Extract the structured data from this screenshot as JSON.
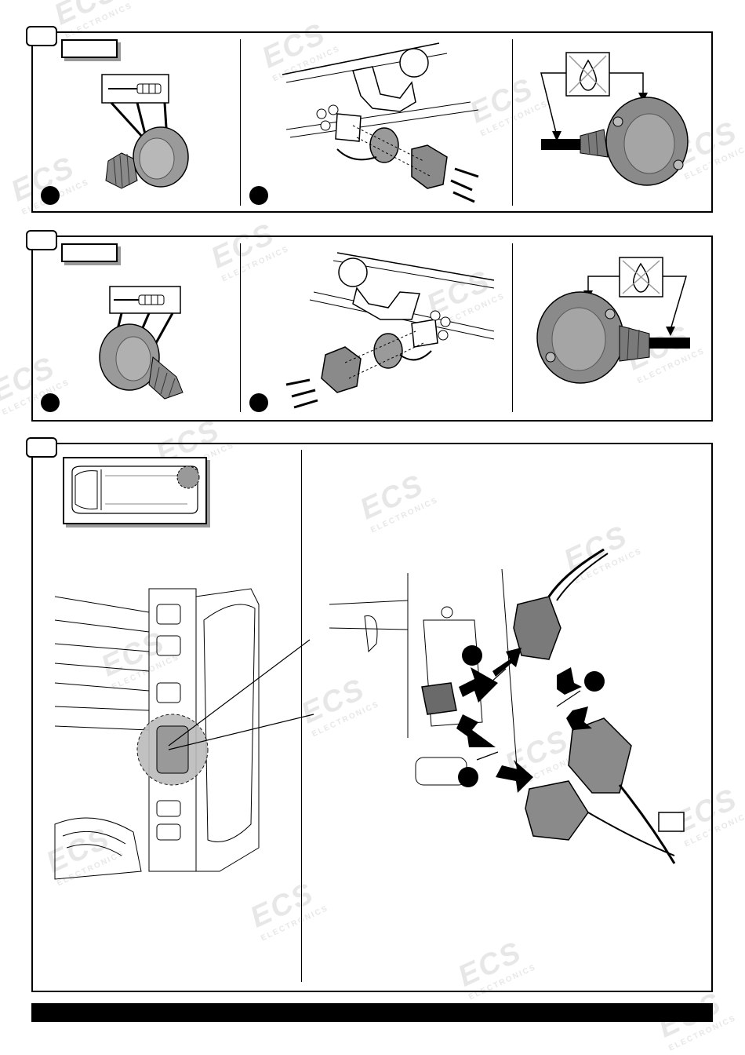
{
  "watermark": {
    "brand": "ECS",
    "sub": "ELECTRONICS"
  },
  "panels": [
    {
      "name": "panel-1",
      "steps": [
        {
          "icon": "screwdriver-icon"
        },
        {
          "icon": "towbar-mount-icon"
        },
        {
          "icon": "water-drop-icon"
        }
      ]
    },
    {
      "name": "panel-2",
      "steps": [
        {
          "icon": "screwdriver-icon"
        },
        {
          "icon": "towbar-mount-icon"
        },
        {
          "icon": "water-drop-icon"
        }
      ]
    },
    {
      "name": "panel-3",
      "views": [
        {
          "icon": "vehicle-top-view-icon"
        },
        {
          "icon": "rear-light-cluster-icon"
        },
        {
          "icon": "connector-arrows-icon"
        }
      ]
    }
  ],
  "colors": {
    "line": "#000000",
    "part_fill": "#9a9a9a",
    "dark_fill": "#5a5a5a",
    "footer": "#000000"
  }
}
